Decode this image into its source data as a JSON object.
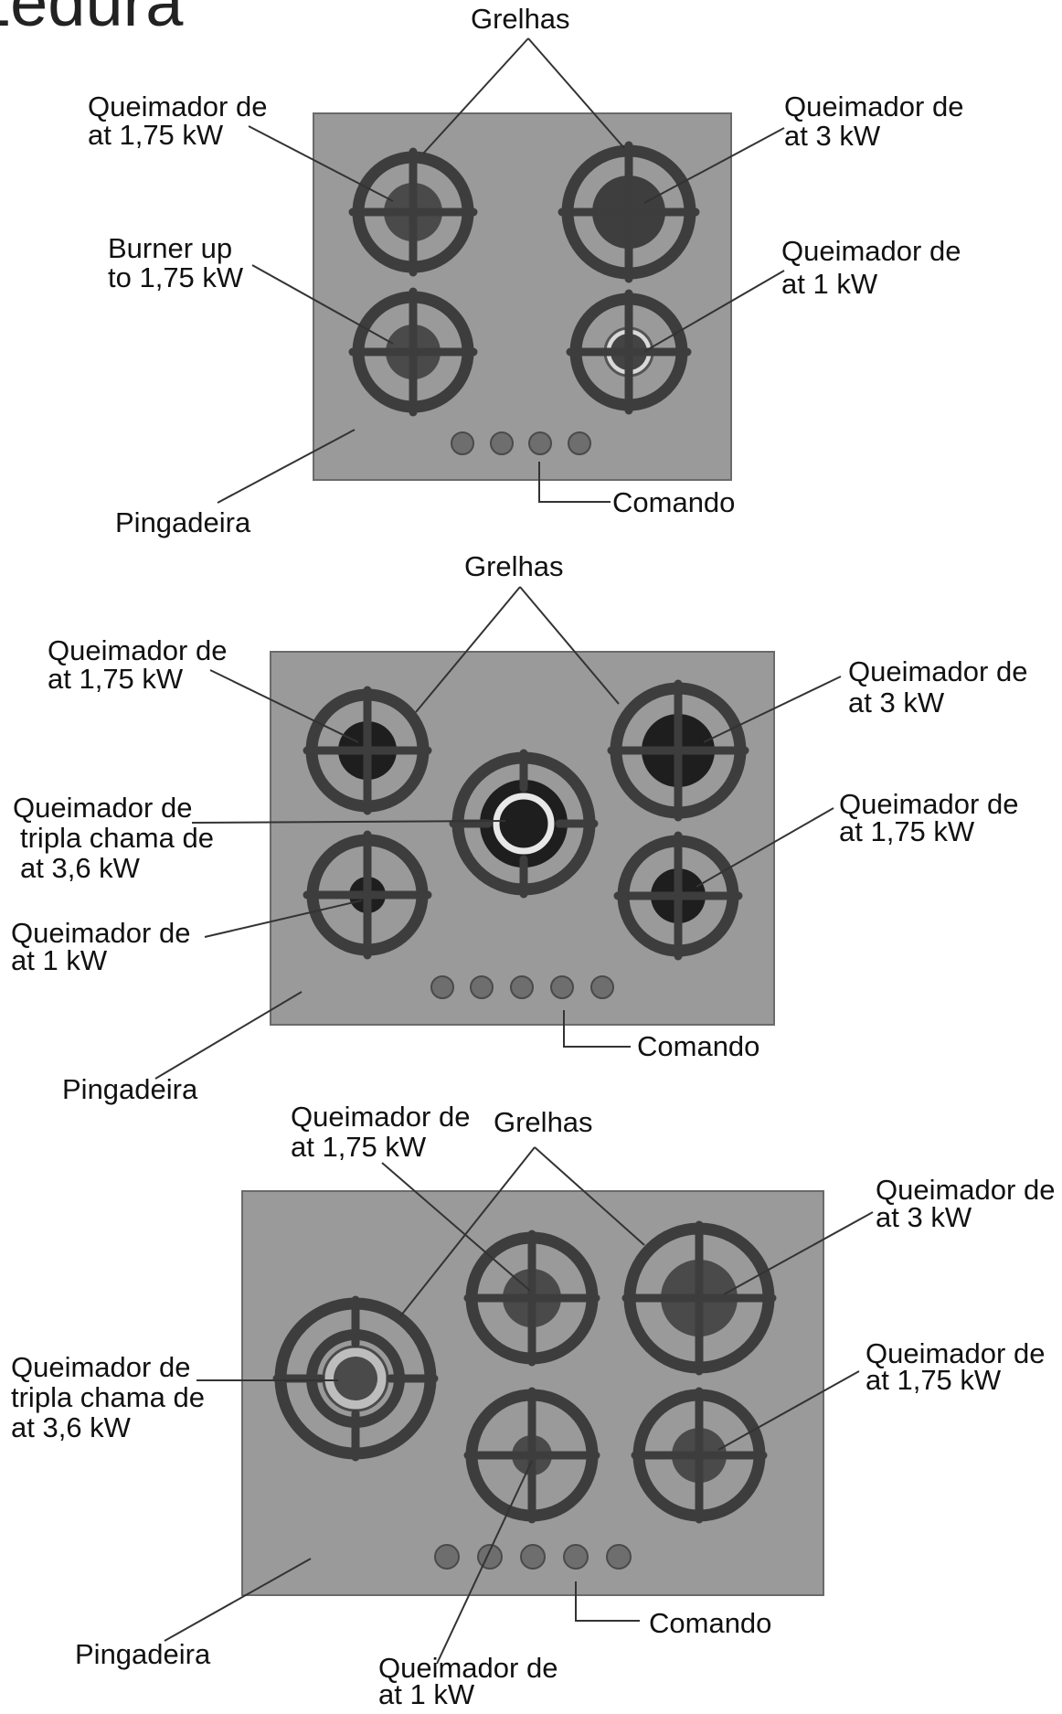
{
  "title": "Ledura",
  "diagram1": {
    "grates": "Grelhas",
    "burner_top_left": [
      "Queimador de",
      "at   1,75 kW"
    ],
    "burner_top_right": [
      "Queimador de",
      "at   3 kW"
    ],
    "burner_bottom_left": [
      "Burner up",
      "to 1,75 kW"
    ],
    "burner_bottom_right": [
      "Queimador de",
      "at   1 kW"
    ],
    "drip_tray": "Pingadeira",
    "controls": "Comando"
  },
  "diagram2": {
    "grates": "Grelhas",
    "burner_top_left": [
      "Queimador de",
      "at   1,75 kW"
    ],
    "burner_top_right": [
      "Queimador de",
      "at   3 kW"
    ],
    "burner_triple": [
      "Queimador de",
      "tripla chama de",
      "at   3,6 kW"
    ],
    "burner_bottom_right": [
      "Queimador de",
      "at   1,75 kW"
    ],
    "burner_bottom_left": [
      "Queimador de",
      "at   1 kW"
    ],
    "drip_tray": "Pingadeira",
    "controls": "Comando"
  },
  "diagram3": {
    "burner_top_middle": [
      "Queimador de",
      "at   1,75 kW"
    ],
    "grates": "Grelhas",
    "burner_top_right": [
      "Queimador de",
      "at   3 kW"
    ],
    "burner_triple": [
      "Queimador de",
      "tripla chama de",
      "at   3,6 kW"
    ],
    "burner_bottom_right": [
      "Queimador de",
      "at   1,75 kW"
    ],
    "drip_tray": "Pingadeira",
    "controls": "Comando",
    "burner_bottom_middle": [
      "Queimador de",
      "at   1 kW"
    ]
  }
}
